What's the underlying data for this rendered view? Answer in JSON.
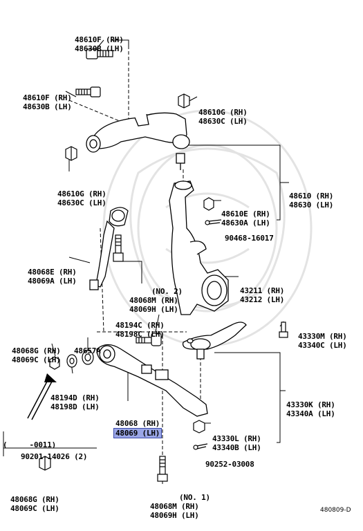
{
  "labels": {
    "upper_bolt_top": {
      "rh": "48610F (RH)",
      "lh": "48630B (LH)"
    },
    "upper_bolt_left": {
      "rh": "48610F (RH)",
      "lh": "48630B (LH)"
    },
    "upper_bush_right": {
      "rh": "48610G (RH)",
      "lh": "48630C (LH)"
    },
    "upper_bush_left": {
      "rh": "48610G (RH)",
      "lh": "48630C (LH)"
    },
    "upper_arm": {
      "rh": "48610 (RH)",
      "lh": "48630 (LH)"
    },
    "ball_joint_nut": {
      "rh": "48610E (RH)",
      "lh": "48630A (LH)"
    },
    "cotter_pin_upper": {
      "text": "90468-16017"
    },
    "strut_bar": {
      "rh": "48068E (RH)",
      "lh": "48069A (LH)"
    },
    "strut_bolt_no2": {
      "note": "(NO. 2)",
      "rh": "48068M (RH)",
      "lh": "48069H (LH)"
    },
    "knuckle": {
      "rh": "43211 (RH)",
      "lh": "43212 (LH)"
    },
    "bushing_mid": {
      "rh": "48194C (RH)",
      "lh": "48198C (LH)"
    },
    "cam_washer": {
      "rh": "48068G (RH)",
      "lh": "48069C (LH)"
    },
    "retainer": {
      "text": "48657A"
    },
    "lower_bush": {
      "rh": "48194D (RH)",
      "lh": "48198D (LH)"
    },
    "lower_arm": {
      "rh": "48068 (RH)",
      "lh": "48069 (LH)"
    },
    "ball_joint_lower_nut": {
      "rh": "43330M (RH)",
      "lh": "43340C (LH)"
    },
    "lower_ball_joint": {
      "rh": "43330K (RH)",
      "lh": "43340A (LH)"
    },
    "ball_joint_castle_nut": {
      "rh": "43330L (RH)",
      "lh": "43340B (LH)"
    },
    "cotter_pin_lower": {
      "text": "90252-03008"
    },
    "serial_range": {
      "text": "(     -0011)"
    },
    "bolt_nut_part": {
      "text": "90201-14026 (2)"
    },
    "bottom_nut": {
      "rh": "48068G (RH)",
      "lh": "48069C (LH)"
    },
    "bottom_bolt_no1": {
      "note": "(NO. 1)",
      "rh": "48068M (RH)",
      "lh": "48069H (LH)"
    }
  },
  "diagram_code": "480809-D",
  "highlight_color": "#9aa6e6"
}
